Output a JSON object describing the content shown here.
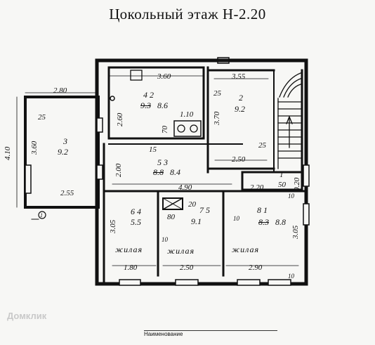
{
  "title": "Цокольный этаж   Н-2.20",
  "watermark": "Домклик",
  "stamp_text": "Наименование",
  "rooms": [
    {
      "id": "room-3",
      "number": "3",
      "area": "9.2",
      "note": "25"
    },
    {
      "id": "room-4",
      "number": "4 2",
      "area_old": "9.3",
      "area": "8.6"
    },
    {
      "id": "room-2",
      "number": "2",
      "area": "9.2"
    },
    {
      "id": "room-5",
      "number": "5 3",
      "area_old": "8.8",
      "area": "8.4",
      "note": "15"
    },
    {
      "id": "room-1-small",
      "number": "1",
      "area": "50"
    },
    {
      "id": "room-6",
      "number": "6 4",
      "area": "5.5",
      "name": "жилая"
    },
    {
      "id": "room-7",
      "number": "7 5",
      "area": "9.1",
      "name": "жилая"
    },
    {
      "id": "room-8",
      "number": "8 1",
      "area_old": "8.3",
      "area": "8.8",
      "name": "жилая"
    }
  ],
  "dimensions": {
    "d_2_80": "2.80",
    "d_4_10": "4.10",
    "d_3_60": "3.60",
    "d_2_55": "2.55",
    "d_25a": "25",
    "d_3_60b": "3.60",
    "d_2_60": "2.60",
    "d_1_10": "1.10",
    "d_70": "70",
    "d_3_55": "3.55",
    "d_25b": "25",
    "d_3_70": "3.70",
    "d_2_50a": "2.50",
    "d_25c": "25",
    "d_2_00": "2.00",
    "d_4_90": "4.90",
    "d_2_20": "2.20",
    "d_0_20": "0.20",
    "d_10a": "10",
    "d_3_05a": "3.05",
    "d_10b": "10",
    "d_80": "80",
    "d_20": "20",
    "d_10c": "10",
    "d_3_05b": "3.05",
    "d_1_80": "1.80",
    "d_2_50b": "2.50",
    "d_2_90": "2.90",
    "d_10d": "10"
  },
  "markers": {
    "axis_1": "1"
  }
}
